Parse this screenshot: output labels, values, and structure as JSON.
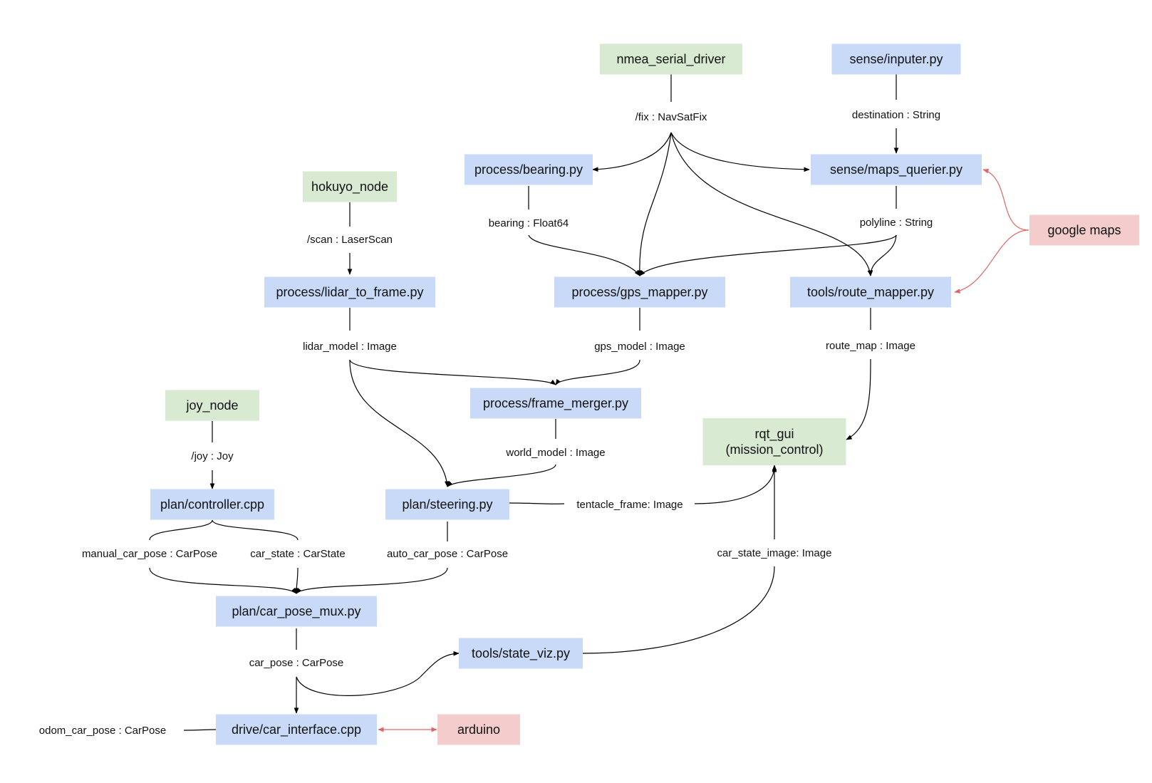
{
  "colors": {
    "blue_node": "#c9daf8",
    "green_node": "#d9ead3",
    "red_node": "#f4cccc",
    "edge": "#000000",
    "external_edge": "#e06666"
  },
  "nodes": {
    "nmea_serial_driver": {
      "lines": [
        "nmea_serial_driver"
      ],
      "kind": "green"
    },
    "sense_inputer": {
      "lines": [
        "sense/inputer.py"
      ],
      "kind": "blue"
    },
    "hokuyo_node": {
      "lines": [
        "hokuyo_node"
      ],
      "kind": "green"
    },
    "process_bearing": {
      "lines": [
        "process/bearing.py"
      ],
      "kind": "blue"
    },
    "sense_maps_querier": {
      "lines": [
        "sense/maps_querier.py"
      ],
      "kind": "blue"
    },
    "google_maps": {
      "lines": [
        "google maps"
      ],
      "kind": "red"
    },
    "process_lidar_to_frame": {
      "lines": [
        "process/lidar_to_frame.py"
      ],
      "kind": "blue"
    },
    "process_gps_mapper": {
      "lines": [
        "process/gps_mapper.py"
      ],
      "kind": "blue"
    },
    "tools_route_mapper": {
      "lines": [
        "tools/route_mapper.py"
      ],
      "kind": "blue"
    },
    "joy_node": {
      "lines": [
        "joy_node"
      ],
      "kind": "green"
    },
    "process_frame_merger": {
      "lines": [
        "process/frame_merger.py"
      ],
      "kind": "blue"
    },
    "rqt_gui": {
      "lines": [
        "rqt_gui",
        "(mission_control)"
      ],
      "kind": "green"
    },
    "plan_controller": {
      "lines": [
        "plan/controller.cpp"
      ],
      "kind": "blue"
    },
    "plan_steering": {
      "lines": [
        "plan/steering.py"
      ],
      "kind": "blue"
    },
    "plan_car_pose_mux": {
      "lines": [
        "plan/car_pose_mux.py"
      ],
      "kind": "blue"
    },
    "tools_state_viz": {
      "lines": [
        "tools/state_viz.py"
      ],
      "kind": "blue"
    },
    "drive_car_interface": {
      "lines": [
        "drive/car_interface.cpp"
      ],
      "kind": "blue"
    },
    "arduino": {
      "lines": [
        "arduino"
      ],
      "kind": "red"
    }
  },
  "topics": {
    "fix": "/fix : NavSatFix",
    "destination": "destination : String",
    "scan": "/scan : LaserScan",
    "bearing": "bearing : Float64",
    "polyline": "polyline : String",
    "lidar_model": "lidar_model : Image",
    "gps_model": "gps_model : Image",
    "route_map": "route_map : Image",
    "world_model": "world_model : Image",
    "joy": "/joy : Joy",
    "tentacle_frame": "tentacle_frame: Image",
    "manual_car_pose": "manual_car_pose : CarPose",
    "car_state": "car_state : CarState",
    "auto_car_pose": "auto_car_pose : CarPose",
    "car_state_image": "car_state_image: Image",
    "car_pose": "car_pose : CarPose",
    "odom_car_pose": "odom_car_pose : CarPose"
  }
}
